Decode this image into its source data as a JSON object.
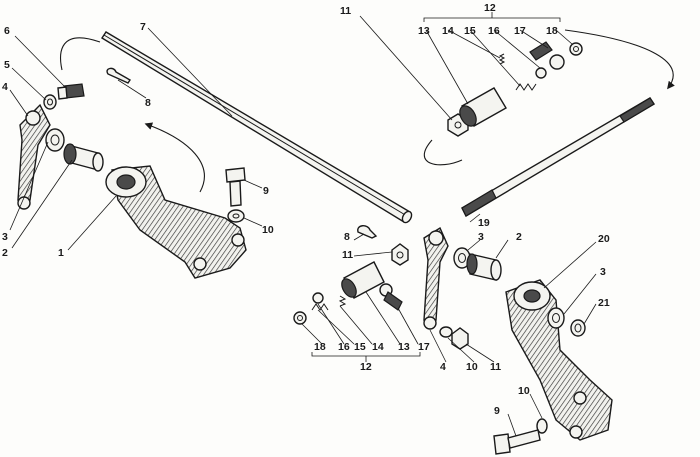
{
  "labels": {
    "l1": "1",
    "l2a": "2",
    "l2b": "2",
    "l3a": "3",
    "l3b": "3",
    "l3c": "3",
    "l4a": "4",
    "l4b": "4",
    "l5": "5",
    "l6": "6",
    "l7": "7",
    "l8a": "8",
    "l8b": "8",
    "l9a": "9",
    "l9b": "9",
    "l10a": "10",
    "l10b": "10",
    "l10c": "10",
    "l11a": "11",
    "l11b": "11",
    "l11c": "11",
    "l12a": "12",
    "l12b": "12",
    "l13a": "13",
    "l13b": "13",
    "l14a": "14",
    "l14b": "14",
    "l15a": "15",
    "l15b": "15",
    "l16a": "16",
    "l16b": "16",
    "l17a": "17",
    "l17b": "17",
    "l18a": "18",
    "l18b": "18",
    "l19": "19",
    "l20": "20",
    "l21": "21"
  }
}
